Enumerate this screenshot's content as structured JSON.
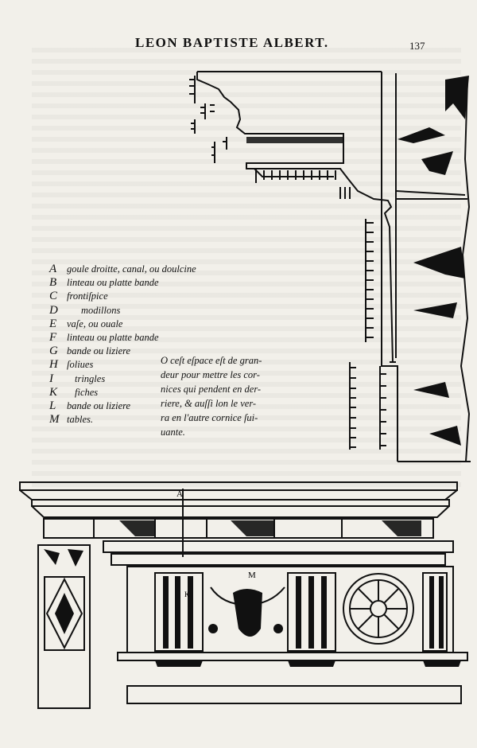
{
  "header": {
    "running_title": "LEON BAPTISTE ALBERT.",
    "page_number": "137"
  },
  "legend": [
    {
      "letter": "A",
      "text": "goule droitte, canal, ou doulcine"
    },
    {
      "letter": "B",
      "text": "linteau ou platte bande"
    },
    {
      "letter": "C",
      "text": "frontiſpice"
    },
    {
      "letter": "D",
      "text": "modillons"
    },
    {
      "letter": "E",
      "text": "vaſe, ou ouale"
    },
    {
      "letter": "F",
      "text": "linteau ou platte bande"
    },
    {
      "letter": "G",
      "text": "bande ou liziere"
    },
    {
      "letter": "H",
      "text": "ſoliues"
    },
    {
      "letter": "I",
      "text": "tringles"
    },
    {
      "letter": "K",
      "text": "fiches"
    },
    {
      "letter": "L",
      "text": "bande ou liziere"
    },
    {
      "letter": "M",
      "text": "tables."
    }
  ],
  "note": {
    "lines": [
      "O ceſt eſpace eſt de gran-",
      "deur pour mettre les cor-",
      "nices qui pendent en der-",
      "riere, & auſſi lon le ver-",
      "ra en l'autre cornice ſui-",
      "uante."
    ]
  },
  "figure_letters": {
    "a": "A",
    "m": "M",
    "k": "K"
  }
}
